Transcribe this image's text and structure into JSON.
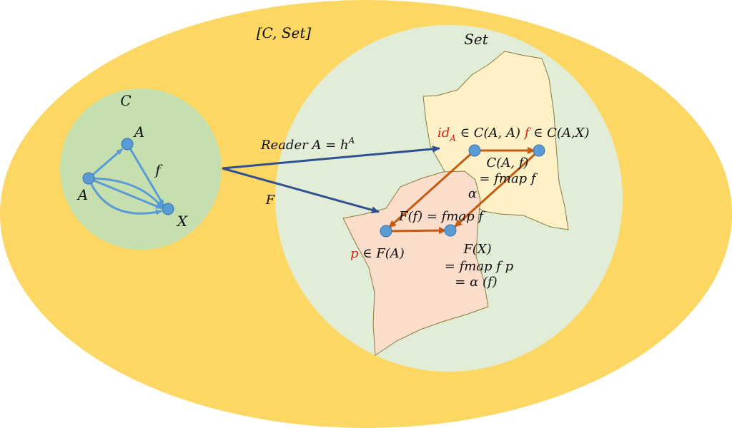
{
  "labels": {
    "functor_category": "[C, Set]",
    "set": "Set",
    "category": "C",
    "obj_a_top": "A",
    "obj_a_left": "A",
    "obj_x": "X",
    "morph_f": "f",
    "reader_arrow": "Reader A = ",
    "reader_h": "h",
    "reader_h_sup": "A",
    "functor_f": "F",
    "id_name": "id",
    "id_sub": "A",
    "id_in": " ∈ C(A, A) ",
    "f_red": "f",
    "f_in": " ∈ C(A,X)",
    "caf_line1": "C(A, f)",
    "caf_line2": "= fmap f",
    "alpha": "α",
    "ff_label": "F(f) = fmap f",
    "p_red": "p",
    "p_in": " ∈ F(A)",
    "fx_line1": "F(X)",
    "fx_line2": "= fmap f p",
    "fx_line3": "= α (f)"
  },
  "colors": {
    "outer_ellipse": "#FDD764",
    "category_circle": "#C5DFAF",
    "set_circle": "#E2EDD7",
    "reader_blob": "#FEF1C8",
    "functor_blob": "#FBDDCB",
    "blob_border": "#8A7A3A",
    "node": "#5B9BD5",
    "node_stroke": "#3D73A8",
    "category_arrow": "#5B9BD5",
    "functor_arrow": "#2F4F8E",
    "set_arrow": "#C55A11",
    "highlight": "#E0201B"
  },
  "icons": {
    "arrowhead": "triangle-marker"
  }
}
